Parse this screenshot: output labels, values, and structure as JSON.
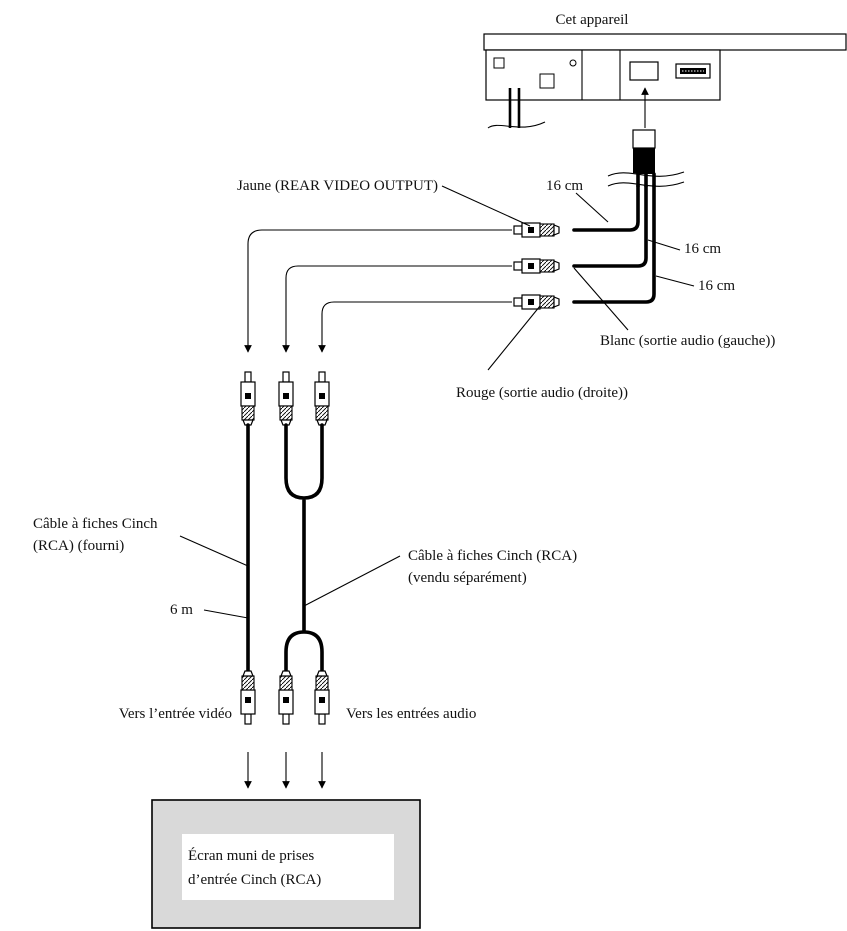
{
  "device": {
    "label": "Cet appareil"
  },
  "lead_labels": {
    "length_1": "16 cm",
    "length_2": "16 cm",
    "length_3": "16 cm",
    "yellow": "Jaune (REAR VIDEO OUTPUT)",
    "white": "Blanc (sortie audio (gauche))",
    "red": "Rouge (sortie audio (droite))"
  },
  "cables": {
    "supplied_line1": "Câble à fiches Cinch",
    "supplied_line2": "(RCA) (fourni)",
    "supplied_length": "6 m",
    "sold_line1": "Câble à fiches Cinch (RCA)",
    "sold_line2": "(vendu séparément)"
  },
  "destinations": {
    "video": "Vers l’entrée vidéo",
    "audio": "Vers les entrées audio"
  },
  "display": {
    "line1": "Écran muni de prises",
    "line2": "d’entrée Cinch (RCA)"
  }
}
